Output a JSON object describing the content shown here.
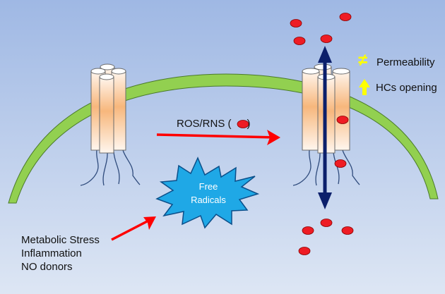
{
  "labels": {
    "ros_rns": "ROS/RNS (",
    "ros_rns_close": ")",
    "free": "Free",
    "radicals": "Radicals",
    "permeability_symbol": "≠",
    "permeability": "Permeability",
    "hcs_opening": "HCs opening",
    "stress_lines": [
      "Metabolic Stress",
      "Inflammation",
      "NO donors"
    ]
  },
  "colors": {
    "background_top": "#9fb8e4",
    "background_bottom": "#dde6f4",
    "membrane": "#92d050",
    "arrow_red": "#ff0000",
    "double_arrow": "#0b1f6b",
    "starburst": "#1fa8e6",
    "particle": "#ee1c24",
    "up_arrow": "#ffff00"
  },
  "icons": {
    "channel": "connexin-hemichannel",
    "burst": "starburst",
    "particle": "ros-particle"
  }
}
